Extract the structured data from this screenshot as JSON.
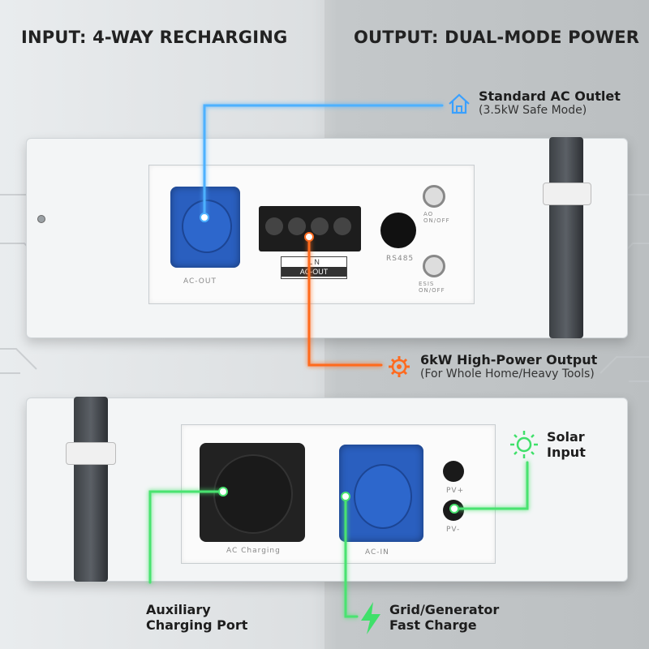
{
  "headings": {
    "left": "INPUT: 4-WAY RECHARGING",
    "right": "OUTPUT: DUAL-MODE POWER"
  },
  "panel_top": {
    "ac_out_label": "AC-OUT",
    "terminal_label_top": "L   N",
    "terminal_label_bottom": "AC-OUT",
    "rs485_label": "RS485",
    "ao_label": "AO ON/OFF",
    "esis_label": "ESIS ON/OFF"
  },
  "panel_bottom": {
    "ac_charging_label": "AC Charging",
    "ac_in_label": "AC-IN",
    "pv_plus_label": "PV+",
    "pv_minus_label": "PV-"
  },
  "callouts": {
    "ac_outlet": {
      "title": "Standard AC Outlet",
      "subtitle": "(3.5kW Safe Mode)",
      "icon": "house-icon",
      "color": "#3aa0ff"
    },
    "high_power": {
      "title": "6kW High-Power Output",
      "subtitle": "(For Whole Home/Heavy Tools)",
      "icon": "gear-icon",
      "color": "#ff6a1f"
    },
    "solar": {
      "title": "Solar",
      "title2": "Input",
      "icon": "sun-icon",
      "color": "#3fe06a"
    },
    "auxiliary": {
      "title": "Auxiliary",
      "title2": "Charging Port",
      "color": "#3fe06a"
    },
    "grid": {
      "title": "Grid/Generator",
      "title2": "Fast Charge",
      "icon": "lightning-icon",
      "color": "#3fe06a"
    }
  }
}
